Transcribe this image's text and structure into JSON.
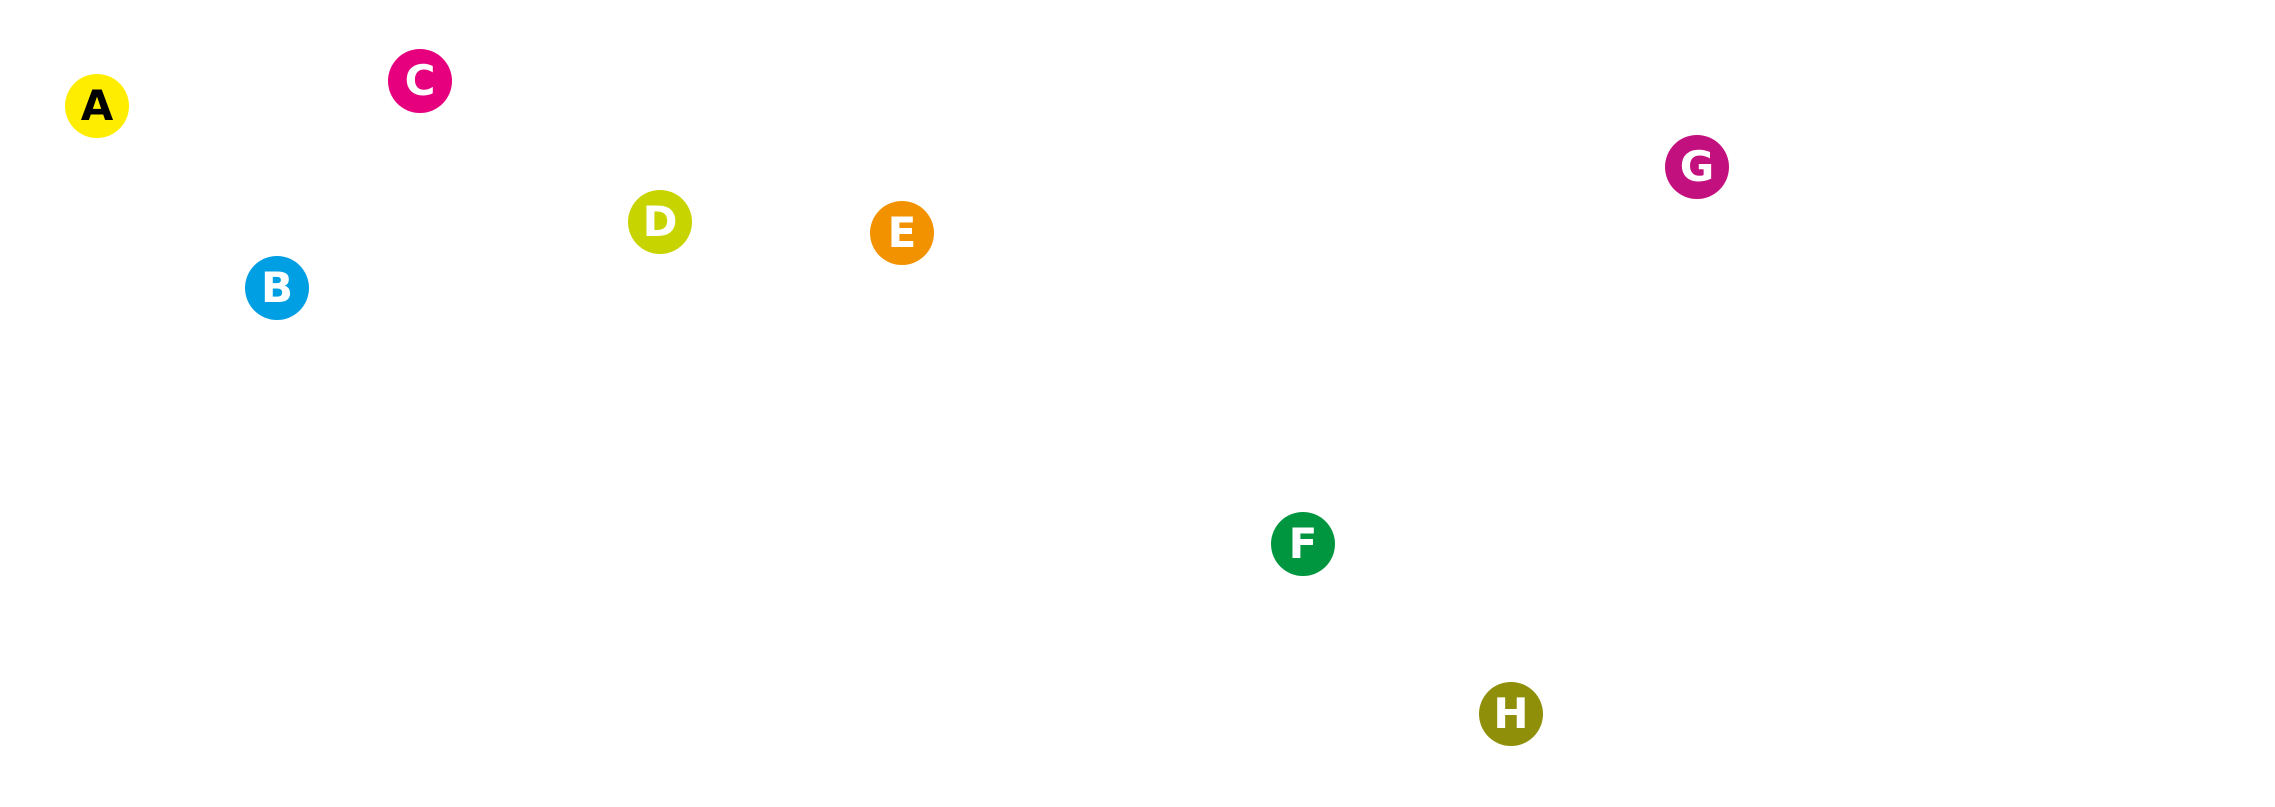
{
  "markers": [
    {
      "id": "a",
      "label": "A",
      "color": "#FFED00",
      "text_color": "#000000"
    },
    {
      "id": "b",
      "label": "B",
      "color": "#009FE3",
      "text_color": "#FFFFFF"
    },
    {
      "id": "c",
      "label": "C",
      "color": "#E6007E",
      "text_color": "#FFFFFF"
    },
    {
      "id": "d",
      "label": "D",
      "color": "#C8D400",
      "text_color": "#FFFFFF"
    },
    {
      "id": "e",
      "label": "E",
      "color": "#F39200",
      "text_color": "#FFFFFF"
    },
    {
      "id": "f",
      "label": "F",
      "color": "#009640",
      "text_color": "#FFFFFF"
    },
    {
      "id": "g",
      "label": "G",
      "color": "#C3107F",
      "text_color": "#FFFFFF"
    },
    {
      "id": "h",
      "label": "H",
      "color": "#8F8F0A",
      "text_color": "#FFFFFF"
    }
  ]
}
